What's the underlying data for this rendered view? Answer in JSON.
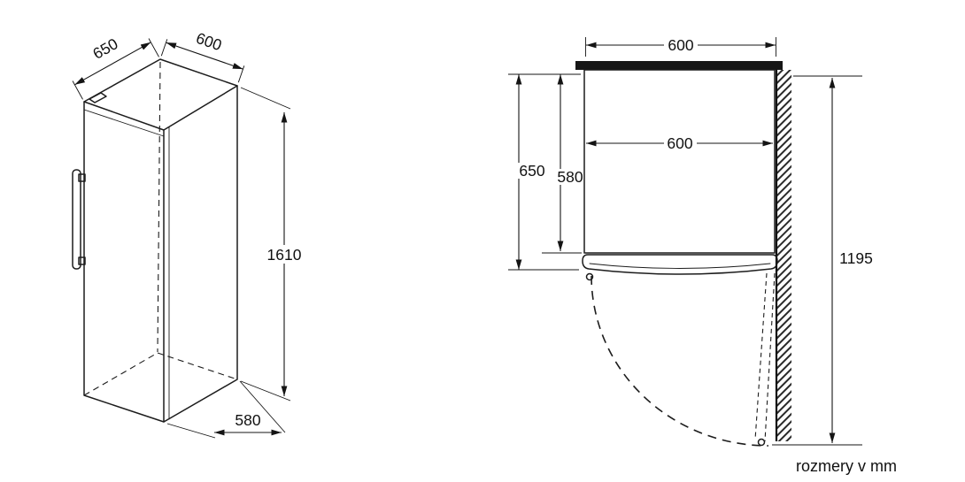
{
  "iso_view": {
    "depth_top": "650",
    "width_top": "600",
    "height": "1610",
    "base_depth": "580"
  },
  "top_view": {
    "outer_width": "600",
    "inner_width": "600",
    "total_depth": "650",
    "body_depth": "580",
    "door_swing_clearance": "1195"
  },
  "footer": {
    "units_label": "rozmery v mm"
  }
}
